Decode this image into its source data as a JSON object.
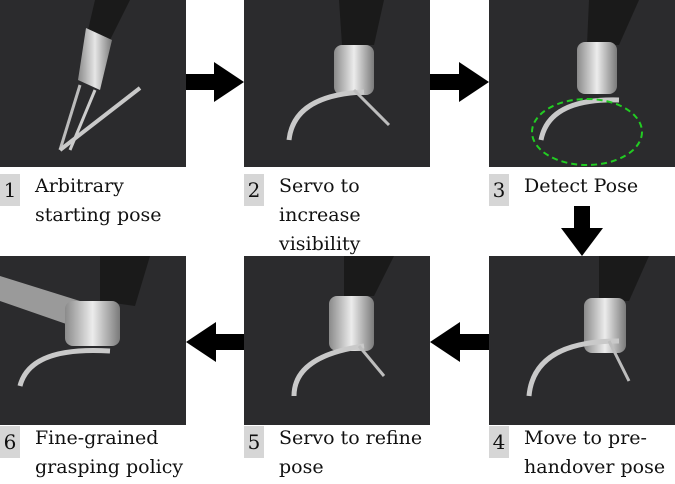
{
  "steps": [
    {
      "num": "1",
      "text": "Arbitrary\nstarting pose"
    },
    {
      "num": "2",
      "text": "Servo to increase\nvisibility"
    },
    {
      "num": "3",
      "text": "Detect Pose"
    },
    {
      "num": "4",
      "text": "Move to pre-\nhandover pose"
    },
    {
      "num": "5",
      "text": "Servo to refine\npose"
    },
    {
      "num": "6",
      "text": "Fine-grained\ngrasping policy"
    }
  ],
  "colors": {
    "arrow": "#000000",
    "ellipse": "#22cc22",
    "badge": "#d6d6d6",
    "panel_bg": "#2a2a2c"
  }
}
